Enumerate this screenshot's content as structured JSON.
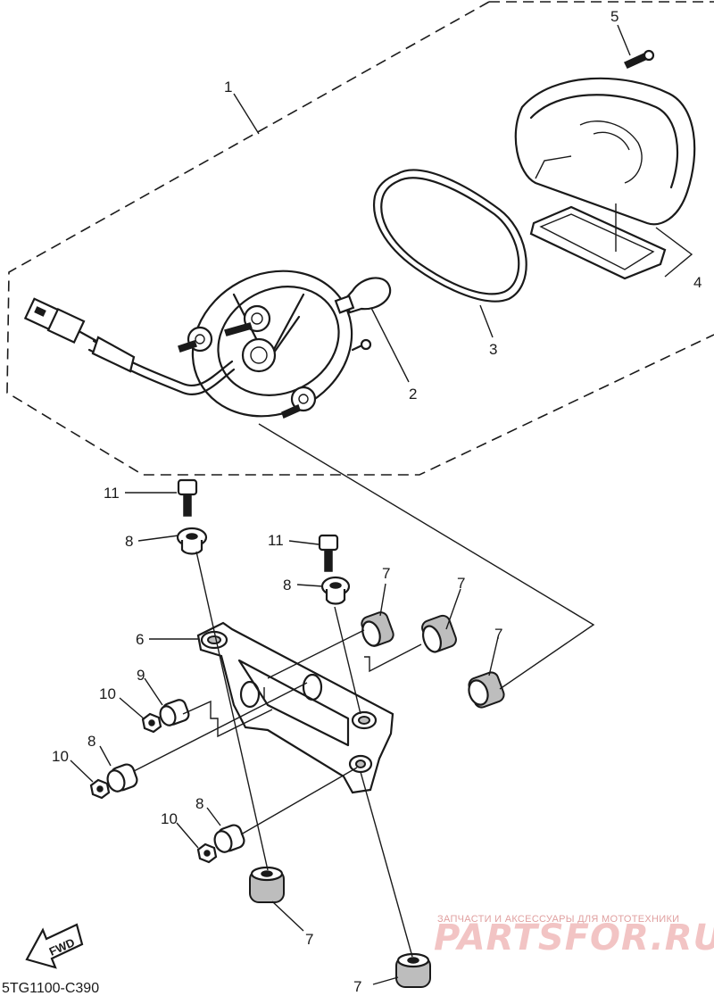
{
  "labels": {
    "p1": "1",
    "p2": "2",
    "p3": "3",
    "p4": "4",
    "p5": "5",
    "p6": "6",
    "p7a": "7",
    "p7b": "7",
    "p7c": "7",
    "p7d": "7",
    "p7e": "7",
    "p8a": "8",
    "p8b": "8",
    "p8c": "8",
    "p8d": "8",
    "p9": "9",
    "p10a": "10",
    "p10b": "10",
    "p10c": "10",
    "p11a": "11",
    "p11b": "11"
  },
  "diagram_code": "5TG1100-C390",
  "fwd_label": "FWD",
  "watermark": {
    "tagline": "ЗАПЧАСТИ И АКСЕССУАРЫ ДЛЯ МОТОТЕХНИКИ",
    "brand": "PARTSFOR.RU"
  }
}
